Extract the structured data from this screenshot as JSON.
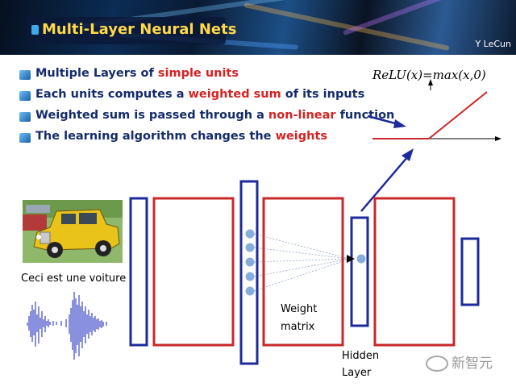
{
  "header": {
    "title": "Multi-Layer Neural Nets",
    "author": "Y LeCun"
  },
  "bullets": [
    {
      "parts": [
        {
          "text": "Multiple Layers of ",
          "hl": false
        },
        {
          "text": "simple units",
          "hl": true
        }
      ]
    },
    {
      "parts": [
        {
          "text": "Each units computes a ",
          "hl": false
        },
        {
          "text": "weighted sum",
          "hl": true
        },
        {
          "text": " of its inputs",
          "hl": false
        }
      ]
    },
    {
      "parts": [
        {
          "text": "Weighted sum is passed through a ",
          "hl": false
        },
        {
          "text": "non-linear",
          "hl": true
        },
        {
          "text": " function",
          "hl": false
        }
      ]
    },
    {
      "parts": [
        {
          "text": "The learning algorithm changes the ",
          "hl": false
        },
        {
          "text": "weights",
          "hl": true
        }
      ]
    }
  ],
  "formula": "ReLU(x)=max(x,0)",
  "labels": {
    "car_caption": "Ceci est une voiture",
    "weight_line1": "Weight",
    "weight_line2": "matrix",
    "hidden_line1": "Hidden",
    "hidden_line2": "Layer"
  },
  "watermark": "新智元",
  "colors": {
    "layer_red": "#c8282a",
    "layer_blue": "#1c2a9c",
    "unit_dot": "#86aedc",
    "bullet_text": "#142c6b",
    "highlight": "#d42424",
    "title": "#ffd94a"
  }
}
